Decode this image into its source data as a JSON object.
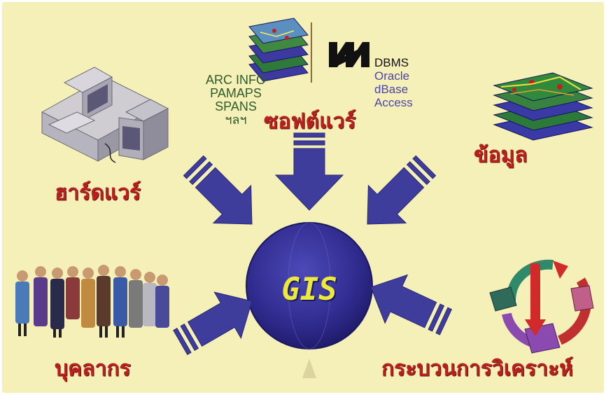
{
  "center": {
    "label": "GIS"
  },
  "components": {
    "hardware": "ฮาร์ดแวร์",
    "software": "ซอฟต์แวร์",
    "data": "ข้อมูล",
    "people": "บุคลากร",
    "process": "กระบวนการวิเคราะห์"
  },
  "software_list": [
    "ARC INFO",
    "PAMAPS",
    "SPANS",
    "ฯลฯ"
  ],
  "dbms": {
    "title": "DBMS",
    "items": [
      "Oracle",
      "dBase",
      "Access"
    ]
  },
  "colors": {
    "background": "#f5f0b8",
    "arrow": "#3f3d9c",
    "globe": "#2e2a8c",
    "label_red": "#b8231f",
    "gis_text": "#ece93a"
  },
  "icons": [
    "computer-icon",
    "map-layers-icon",
    "dbms-logo-icon",
    "people-group-icon",
    "process-cycle-icon"
  ]
}
